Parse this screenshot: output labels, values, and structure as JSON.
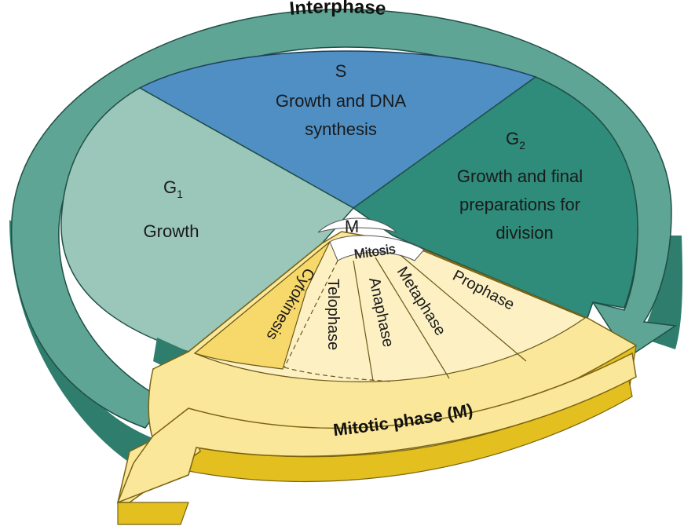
{
  "title": "Interphase",
  "sectors": {
    "s": {
      "name": "S",
      "line1": "Growth and DNA",
      "line2": "synthesis"
    },
    "g2": {
      "name": "G",
      "sub": "2",
      "line1": "Growth and final",
      "line2": "preparations for",
      "line3": "division"
    },
    "g1": {
      "name": "G",
      "sub": "1",
      "line1": "Growth"
    }
  },
  "m_label": "M",
  "mitosis_label": "Mitosis",
  "phases": {
    "prophase": "Prophase",
    "metaphase": "Metaphase",
    "anaphase": "Anaphase",
    "telophase": "Telophase",
    "cytokinesis": "Cytokinesis"
  },
  "mitotic_label": "Mitotic phase (M)",
  "colors": {
    "interphase_ring": "#5fa595",
    "ring_side": "#2f7d6c",
    "s_sector": "#4f8fc4",
    "g2_sector": "#2f8b7a",
    "g1_sector": "#9bc6ba",
    "mitotic_top": "#fbe79a",
    "mitotic_side": "#e3c020",
    "mitotic_inner": "#fdf1c4",
    "cytokinesis": "#f7d86a"
  }
}
